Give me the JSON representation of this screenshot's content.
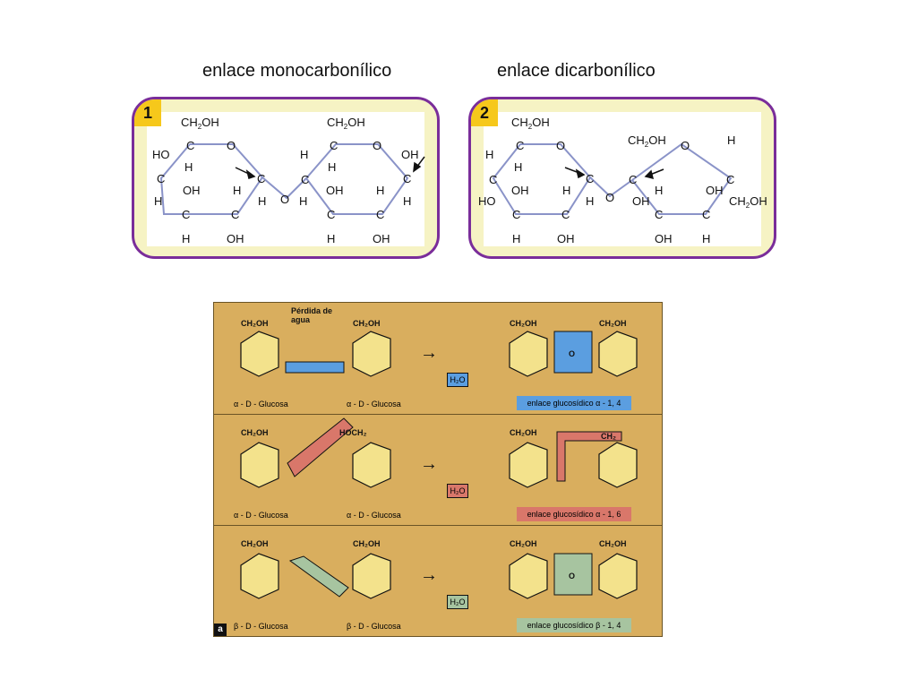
{
  "titles": {
    "left": "enlace monocarbonílico",
    "right": "enlace dicarbonílico"
  },
  "panels": [
    {
      "badge": "1"
    },
    {
      "badge": "2"
    }
  ],
  "lower": {
    "water_loss_label": "Pérdida de agua",
    "water": "H₂O",
    "figure_label": "a",
    "rows": [
      {
        "left_name": "α - D - Glucosa",
        "right_name": "α - D - Glucosa",
        "bond": "enlace glucosídico α - 1, 4",
        "color": "#5b9ee0"
      },
      {
        "left_name": "α - D - Glucosa",
        "right_name": "α - D - Glucosa",
        "bond": "enlace glucosídico α - 1, 6",
        "color": "#d9776a"
      },
      {
        "left_name": "β - D - Glucosa",
        "right_name": "β - D - Glucosa",
        "bond": "enlace glucosídico β - 1, 4",
        "color": "#a7c4a0"
      }
    ]
  },
  "colors": {
    "panel_border": "#7a2d9a",
    "panel_fill": "#f6f3c4",
    "badge": "#f6c81b",
    "lower_bg": "#d9ae5e",
    "ring_fill": "#f3e28c"
  }
}
